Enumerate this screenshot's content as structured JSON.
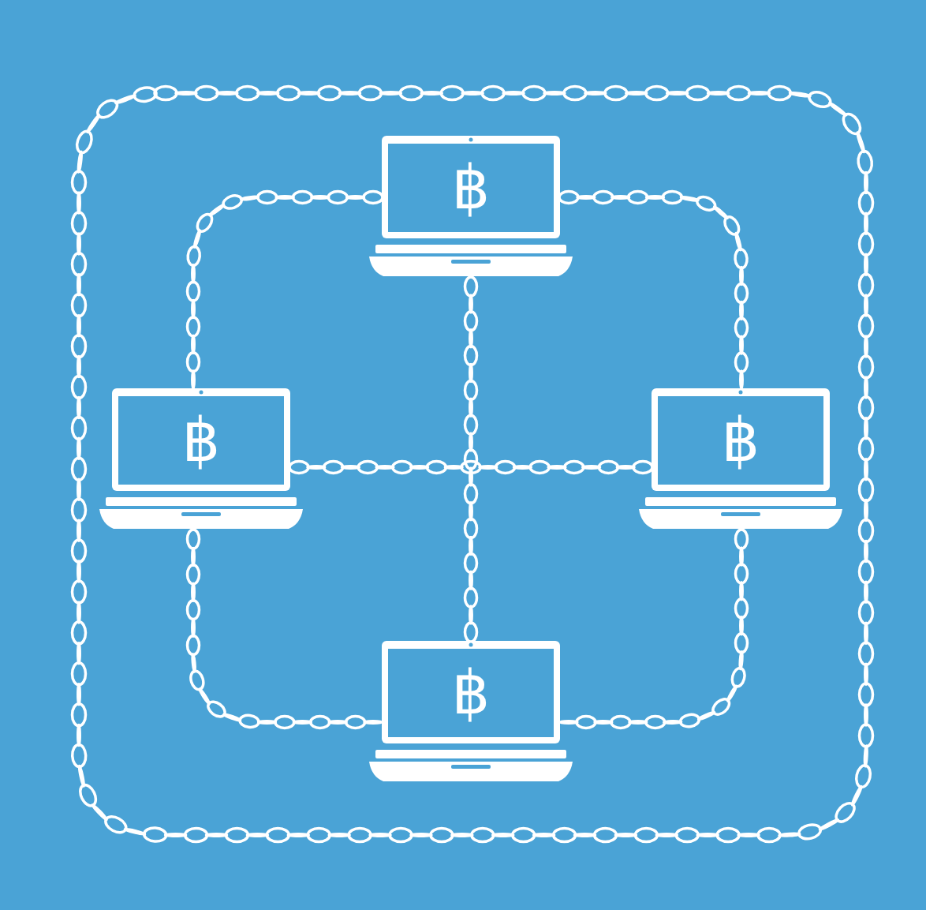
{
  "diagram": {
    "nodes": [
      {
        "text": [
          "฿"
        ]
      },
      {
        "text": [
          "฿"
        ]
      },
      {
        "text": [
          "฿"
        ]
      },
      {
        "text": [
          "฿"
        ]
      }
    ],
    "edges": [
      {
        "from": 0,
        "to": 1,
        "arrow": "none"
      },
      {
        "from": 0,
        "to": 2,
        "arrow": "none"
      },
      {
        "from": 1,
        "to": 3,
        "arrow": "none"
      },
      {
        "from": 2,
        "to": 3,
        "arrow": "none"
      },
      {
        "from": 0,
        "to": 3,
        "arrow": "none"
      },
      {
        "from": 1,
        "to": 2,
        "arrow": "none"
      }
    ]
  }
}
